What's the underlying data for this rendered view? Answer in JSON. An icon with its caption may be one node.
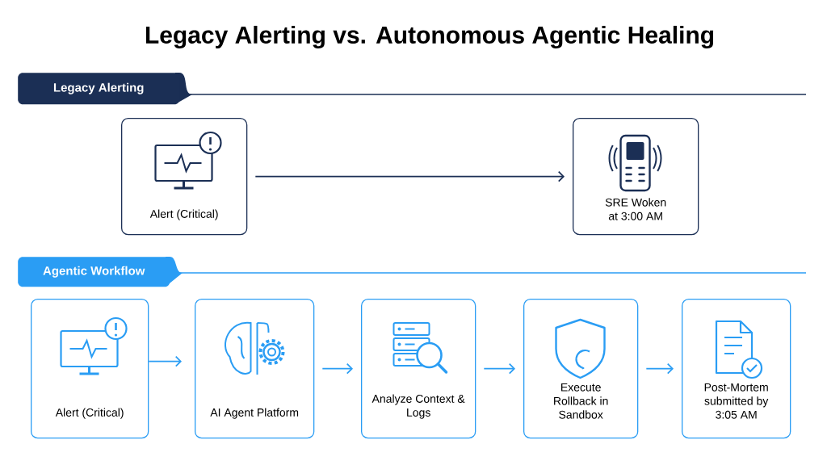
{
  "diagram": {
    "title": "Legacy Alerting vs. Autonomous Agentic Healing",
    "nodes": [
      {
        "text": [
          "Legacy Alerting"
        ]
      },
      {
        "text": [
          "Alert (Critical)"
        ]
      },
      {
        "text": [
          "SRE Woken at 3:00 AM"
        ]
      },
      {
        "text": [
          "Agentic Workflow"
        ]
      },
      {
        "text": [
          "Alert (Critical)"
        ]
      },
      {
        "text": [
          "AI Agent Platform"
        ]
      },
      {
        "text": [
          "Analyze Context & Logs"
        ]
      },
      {
        "text": [
          "Execute Rollback in Sandbox"
        ]
      },
      {
        "text": [
          "Post-Mortem submitted by 3:05 AM"
        ]
      }
    ],
    "edges": [
      {
        "from": 1,
        "to": 2,
        "arrow": "to",
        "color": "#1b2f55"
      },
      {
        "from": 4,
        "to": 5,
        "arrow": "to"
      },
      {
        "from": 5,
        "to": 6,
        "arrow": "to"
      },
      {
        "from": 6,
        "to": 7,
        "arrow": "to"
      },
      {
        "from": 7,
        "to": 8,
        "arrow": "to"
      }
    ]
  }
}
